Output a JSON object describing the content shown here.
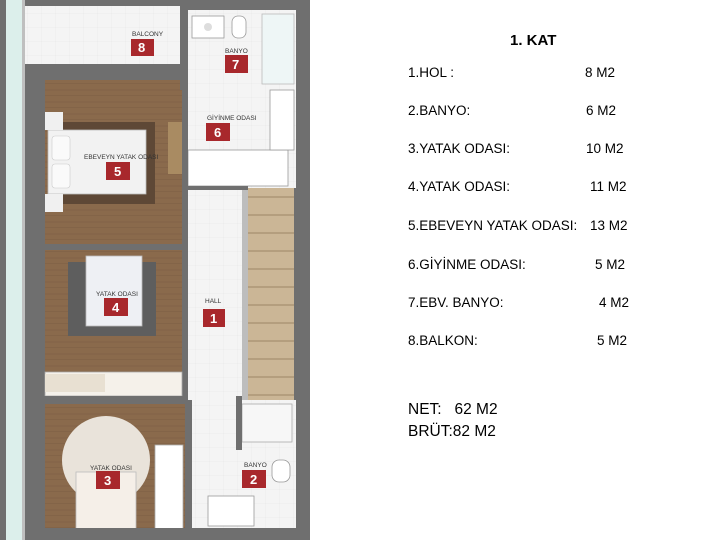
{
  "title": "1. KAT",
  "rooms": [
    {
      "name": "1.HOL :",
      "area": "8 M2"
    },
    {
      "name": "2.BANYO:",
      "area": "6 M2"
    },
    {
      "name": "3.YATAK ODASI:",
      "area": "10 M2"
    },
    {
      "name": "4.YATAK ODASI:",
      "area": "11 M2"
    },
    {
      "name": "5.EBEVEYN YATAK ODASI:",
      "area": "13 M2"
    },
    {
      "name": "6.GİYİNME ODASI:",
      "area": "5  M2"
    },
    {
      "name": "7.EBV. BANYO:",
      "area": "4 M2"
    },
    {
      "name": "8.BALKON:",
      "area": "5 M2"
    }
  ],
  "net": "NET:   62 M2",
  "brut": "BRÜT:82 M2",
  "plan_labels": {
    "balcony": {
      "text": "BALCONY",
      "num": "8"
    },
    "ebv_bath": {
      "text": "BANYO",
      "num": "7"
    },
    "dressing": {
      "text": "GİYİNME ODASI",
      "num": "6"
    },
    "master": {
      "text": "EBEVEYN YATAK ODASI",
      "num": "5"
    },
    "bed4": {
      "text": "YATAK ODASI",
      "num": "4"
    },
    "hall": {
      "text": "HALL",
      "num": "1"
    },
    "bed3": {
      "text": "YATAK ODASI",
      "num": "3"
    },
    "bath2": {
      "text": "BANYO",
      "num": "2"
    }
  },
  "colors": {
    "wall": "#6d6d6d",
    "wood": "#8a6a4c",
    "tile": "#f3f3f3",
    "badge": "#a8282c",
    "glass": "#dcefeb"
  }
}
